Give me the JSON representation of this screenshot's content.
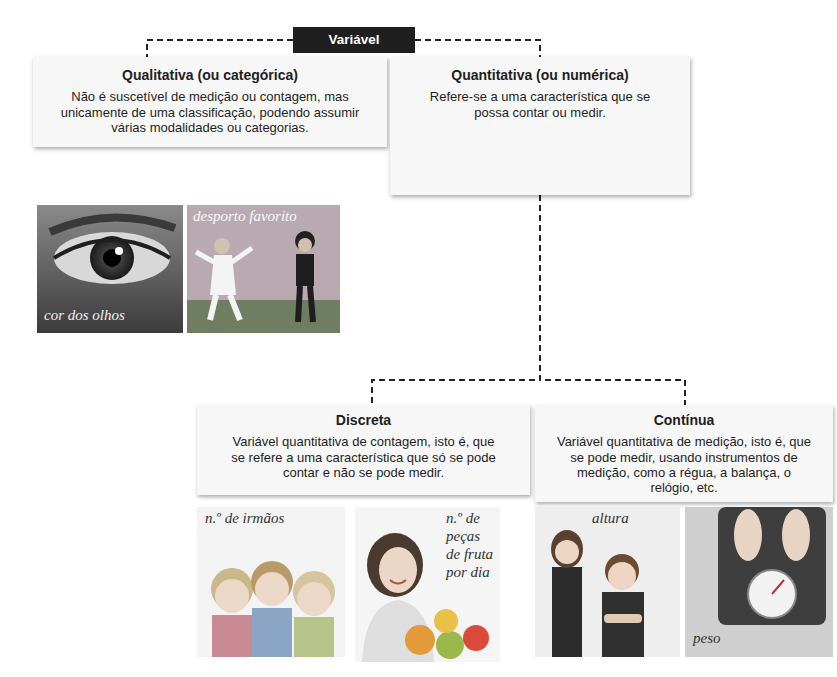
{
  "diagram": {
    "nodes": [
      {
        "text": [
          "Variável"
        ]
      },
      {
        "text": [
          "Qualitativa (ou categórica)",
          "Não é suscetível de medição ou contagem, mas unicamente de uma classificação, podendo assumir várias modalidades ou categorias."
        ]
      },
      {
        "text": [
          "Quantitativa (ou numérica)",
          "Refere-se a uma característica que se possa contar ou medir."
        ]
      },
      {
        "text": [
          "Discreta",
          "Variável quantitativa de contagem, isto é, que se refere a uma característica que só se pode contar e não se pode medir."
        ]
      },
      {
        "text": [
          "Contínua",
          "Variável quantitativa de medição, isto é, que se pode medir, usando instrumentos de medição, como a régua, a balança, o relógio, etc."
        ]
      }
    ],
    "edges": [
      {
        "from": 0,
        "to": 1,
        "arrow": "none"
      },
      {
        "from": 0,
        "to": 2,
        "arrow": "none"
      },
      {
        "from": 2,
        "to": 3,
        "arrow": "none"
      },
      {
        "from": 2,
        "to": 4,
        "arrow": "none"
      }
    ],
    "labels": [
      "cor dos olhos",
      "desporto favorito",
      "n.º de irmãos",
      "n.º de peças de fruta por dia",
      "altura",
      "peso"
    ]
  }
}
